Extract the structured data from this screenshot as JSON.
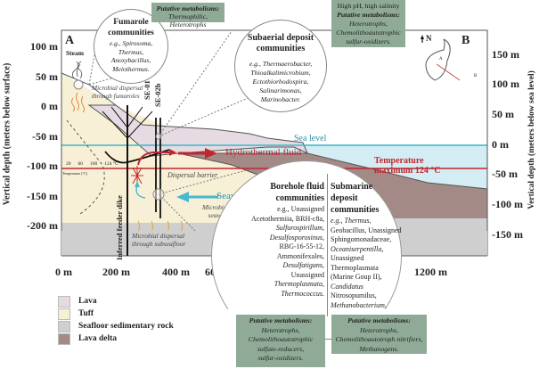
{
  "panels": {
    "a_label": "A",
    "b_label": "B"
  },
  "left_axis": {
    "label": "Vertical depth (meters below surface)",
    "ticks": [
      "100 m",
      "50 m",
      "0 m",
      "-50 m",
      "-100 m",
      "-150 m",
      "-200 m"
    ]
  },
  "right_axis": {
    "label": "Vertical depth (meters below sea level)",
    "ticks": [
      "150 m",
      "100 m",
      "50 m",
      "0 m",
      "-50 m",
      "-100 m",
      "-150 m"
    ]
  },
  "x_axis": {
    "ticks": [
      "0 m",
      "200 m",
      "400 m",
      "600 m",
      "1200 m"
    ]
  },
  "labels": {
    "steam": "Steam",
    "fumarole_dispersal": "Microbial dispersal through fumaroles",
    "well1": "SE-01",
    "well2": "SE-02b",
    "sea_level": "Sea level",
    "hydrothermal_fluid": "Hydrothermal fluid",
    "temperature_max": "Temperature maximum 124 °C",
    "dispersal_barrier": "Dispersal barrier",
    "seawater": "Seawater",
    "seawater_dispersal": "Microbial dispersal by seawater infiltration",
    "feeder_dike": "Inferred feeder dike",
    "subseafloor_dispersal": "Microbial dispersal through subseafloor",
    "temp_scale_ticks": [
      "20",
      "60",
      "100",
      "124 °C"
    ],
    "temp_scale_label": "Temperature (°C)"
  },
  "communities": {
    "fumarole": {
      "title": "Fumarole communities",
      "examples": "e.g., Spirosoma, Thermus, Anoxybacillus, Meiothermus.",
      "metabolisms_title": "Putative metabolisms:",
      "metabolisms": "Thermophilic, Heterotrophs"
    },
    "subaerial": {
      "title": "Subaerial deposit communities",
      "examples": "e.g., Thermaerobacter, Thioalkalimicrobium, Ectothiorhodospira, Salinarimonas, Marinobacter.",
      "conditions": "High pH, high salinity",
      "metabolisms_title": "Putative metabolisms:",
      "metabolisms": "Heterotrophs, Chemolithoautotrophic sulfur-oxidizers."
    },
    "borehole": {
      "title": "Borehole fluid communities",
      "examples": [
        "e.g., Unassigned",
        "Acetothermiia, BRH-c8a,",
        "Sulfurospirillum,",
        "Desulfosporosinus,",
        "RBG-16-55-12,",
        "Ammonifexales,",
        "Desulfatigans,",
        "Unassigned",
        "Thermoplasmata,",
        "Thermococcus."
      ],
      "metabolisms_title": "Putative metabolisms:",
      "metabolisms": [
        "Heterotrophs,",
        "Chemolithoautotrophic",
        "sulfate-reducers,",
        "sulfur-oxidizers."
      ]
    },
    "submarine": {
      "title": "Submarine deposit communities",
      "examples": [
        "e.g., Thermus,",
        "Geobacillus, Unassigned",
        "Sphingomonadaceae,",
        "Oceaniserpentilla,",
        "Unassigned",
        "Thermoplasmata",
        "(Marine Goup II),",
        "Candidatus",
        "Nitrosopumilus,",
        "Methanobacterium."
      ],
      "metabolisms_title": "Putative metabolisms:",
      "metabolisms": [
        "Heterotrophs,",
        "Chemolithoautotroph nitrifiers,",
        "Methanogens."
      ]
    }
  },
  "inset_map": {
    "north": "N",
    "point_a": "A",
    "point_b": "B"
  },
  "legend": [
    {
      "label": "Lava",
      "color": "#e6dbe3"
    },
    {
      "label": "Tuff",
      "color": "#f7f0d6"
    },
    {
      "label": "Seafloor sedimentary rock",
      "color": "#cfcfcf"
    },
    {
      "label": "Lava delta",
      "color": "#a38a87"
    }
  ],
  "colors": {
    "sea": "#d4ecf4",
    "sea_line": "#3cb8c8",
    "hydrothermal": "#c0272d",
    "seawater_arrow": "#4ab8d0",
    "green_box": "#8fab97",
    "heat_arrows": "#f0a030"
  }
}
